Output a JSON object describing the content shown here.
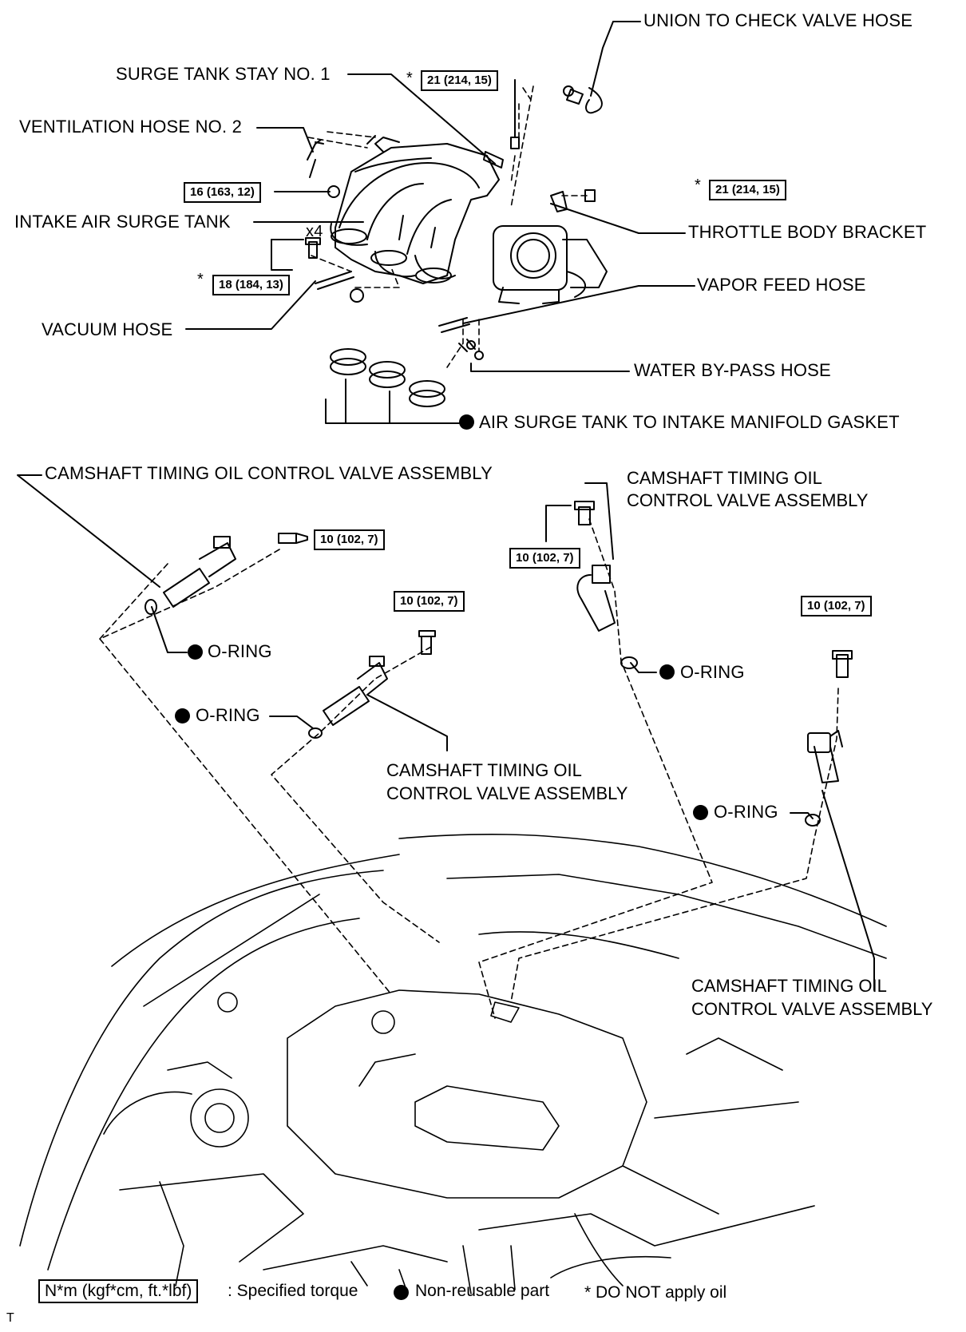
{
  "labels": {
    "union_hose": "UNION TO CHECK VALVE HOSE",
    "surge_tank_stay": "SURGE TANK STAY NO. 1",
    "ventilation_hose": "VENTILATION HOSE NO. 2",
    "intake_surge_tank": "INTAKE AIR SURGE TANK",
    "throttle_bracket": "THROTTLE BODY BRACKET",
    "vapor_feed_hose": "VAPOR FEED HOSE",
    "vacuum_hose": "VACUUM HOSE",
    "water_bypass_hose": "WATER BY-PASS HOSE",
    "gasket": "AIR SURGE TANK TO INTAKE MANIFOLD GASKET",
    "ocv_1": "CAMSHAFT TIMING OIL CONTROL VALVE ASSEMBLY",
    "ocv_2_line1": "CAMSHAFT TIMING OIL",
    "ocv_2_line2": "CONTROL VALVE ASSEMBLY",
    "ocv_3_line1": "CAMSHAFT TIMING OIL",
    "ocv_3_line2": "CONTROL VALVE ASSEMBLY",
    "ocv_4_line1": "CAMSHAFT TIMING OIL",
    "ocv_4_line2": "CONTROL VALVE ASSEMBLY",
    "oring": "O-RING",
    "quantity_x4": "x4",
    "star": "*",
    "corner_mark": "T"
  },
  "torques": {
    "t_21_a": "21 (214, 15)",
    "t_21_b": "21 (214, 15)",
    "t_16": "16 (163, 12)",
    "t_18": "18 (184, 13)",
    "t_10": "10 (102, 7)"
  },
  "legend": {
    "torque_unit": "N*m (kgf*cm, ft.*lbf)",
    "torque_desc": ": Specified torque",
    "nonreusable": "Non-reusable part",
    "no_oil": "* DO NOT apply oil"
  }
}
